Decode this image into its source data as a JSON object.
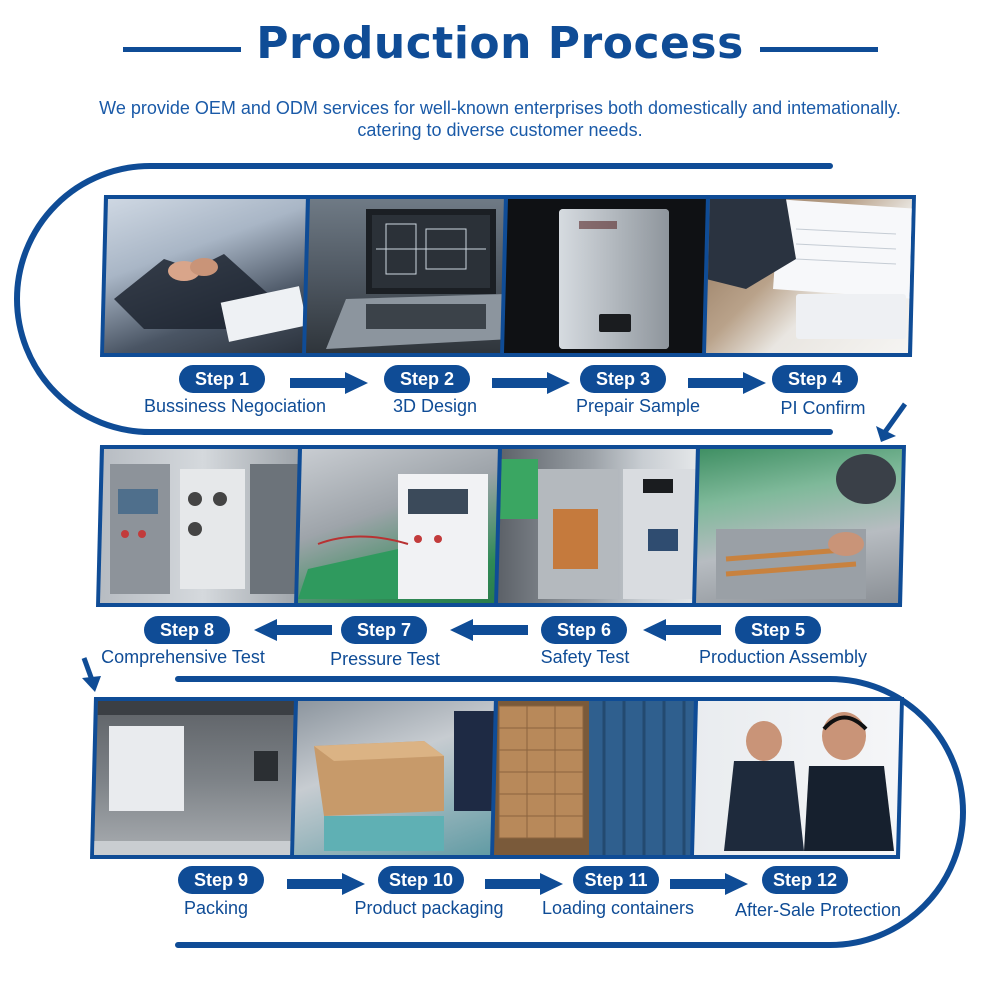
{
  "header": {
    "title": "Production Process",
    "subtitle_line1": "We provide OEM and ODM services for well-known enterprises both domestically and intemationally.",
    "subtitle_line2": "catering to diverse customer needs."
  },
  "colors": {
    "brand_blue": "#0f4c96",
    "background": "#ffffff"
  },
  "steps": [
    {
      "step": "Step 1",
      "label": "Bussiness Negociation",
      "photo": "handshake-photo"
    },
    {
      "step": "Step 2",
      "label": "3D Design",
      "photo": "laptop-cad-photo"
    },
    {
      "step": "Step 3",
      "label": "Prepair Sample",
      "photo": "water-heater-sample-photo"
    },
    {
      "step": "Step 4",
      "label": "PI Confirm",
      "photo": "signing-document-photo"
    },
    {
      "step": "Step 5",
      "label": "Production Assembly",
      "photo": "assembly-line-photo"
    },
    {
      "step": "Step 6",
      "label": "Safety Test",
      "photo": "safety-test-station-photo"
    },
    {
      "step": "Step 7",
      "label": "Pressure Test",
      "photo": "pressure-test-machine-photo"
    },
    {
      "step": "Step 8",
      "label": "Comprehensive Test",
      "photo": "test-panel-photo"
    },
    {
      "step": "Step 9",
      "label": "Packing",
      "photo": "packing-photo"
    },
    {
      "step": "Step 10",
      "label": "Product packaging",
      "photo": "carton-packaging-photo"
    },
    {
      "step": "Step 11",
      "label": "Loading containers",
      "photo": "container-loading-photo"
    },
    {
      "step": "Step 12",
      "label": "After-Sale Protection",
      "photo": "customer-service-photo"
    }
  ]
}
